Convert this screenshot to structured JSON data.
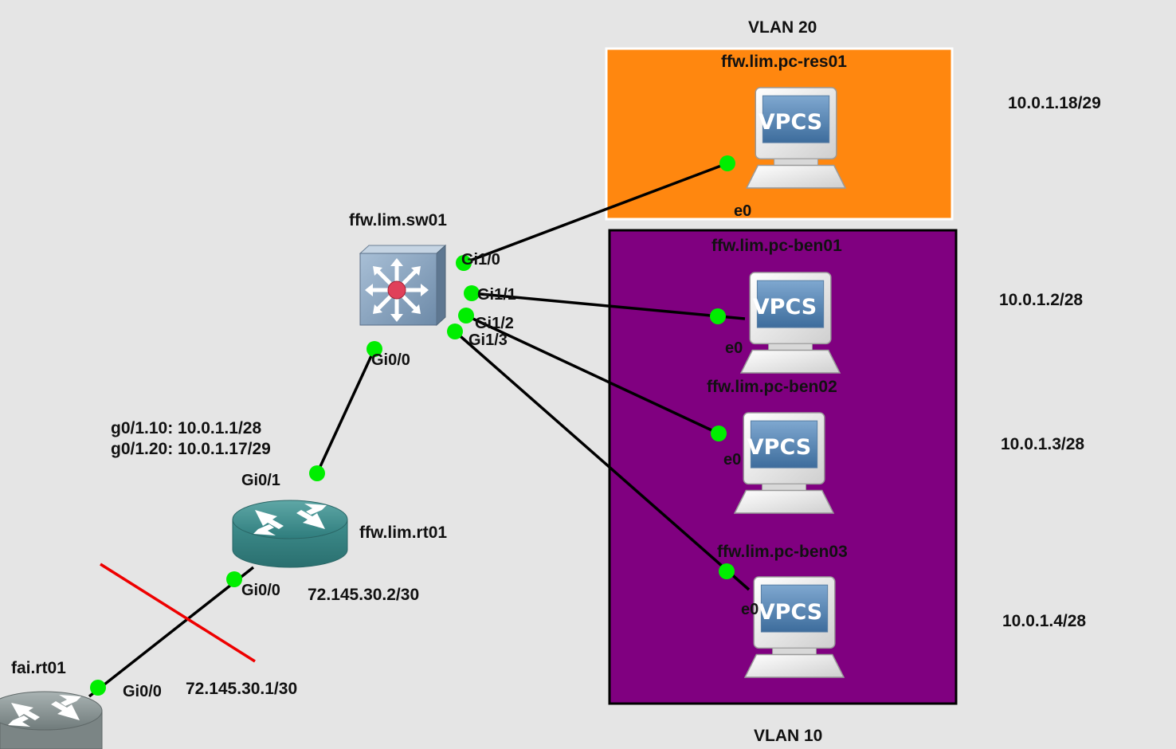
{
  "vlans": {
    "vlan20": {
      "label": "VLAN 20",
      "color": "#ff870f"
    },
    "vlan10": {
      "label": "VLAN 10",
      "color": "#800080"
    }
  },
  "devices": {
    "switch": {
      "name": "ffw.lim.sw01",
      "icon": "multilayer-switch-icon"
    },
    "router": {
      "name": "ffw.lim.rt01",
      "icon": "router-icon",
      "subinterfaces": [
        "g0/1.10: 10.0.1.1/28",
        "g0/1.20: 10.0.1.17/29"
      ]
    },
    "isp": {
      "name": "fai.rt01",
      "icon": "router-icon"
    },
    "pc_res01": {
      "name": "ffw.lim.pc-res01",
      "icon_text": "VPCS",
      "ip": "10.0.1.18/29"
    },
    "pc_ben01": {
      "name": "ffw.lim.pc-ben01",
      "icon_text": "VPCS",
      "ip": "10.0.1.2/28"
    },
    "pc_ben02": {
      "name": "ffw.lim.pc-ben02",
      "icon_text": "VPCS",
      "ip": "10.0.1.3/28"
    },
    "pc_ben03": {
      "name": "ffw.lim.pc-ben03",
      "icon_text": "VPCS",
      "ip": "10.0.1.4/28"
    }
  },
  "ports": {
    "sw_gi1_0": "Gi1/0",
    "sw_gi1_1": "Gi1/1",
    "sw_gi1_2": "Gi1/2",
    "sw_gi1_3": "Gi1/3",
    "sw_gi0_0": "Gi0/0",
    "rt_gi0_1": "Gi0/1",
    "rt_gi0_0": "Gi0/0",
    "isp_gi0_0": "Gi0/0",
    "pc_e0": "e0"
  },
  "addresses": {
    "rt_wan": "72.145.30.2/30",
    "isp_wan": "72.145.30.1/30"
  },
  "colors": {
    "link": "#000000",
    "port_up": "#00ee00",
    "link_down": "#ee0000",
    "background": "#e5e5e5"
  }
}
